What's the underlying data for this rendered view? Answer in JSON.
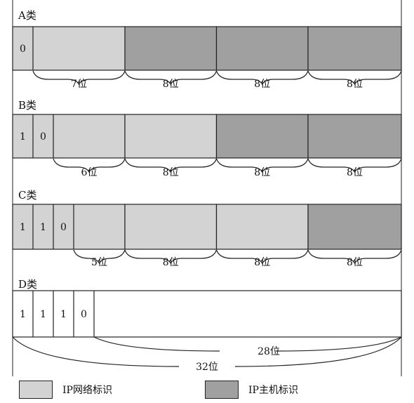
{
  "classes": [
    {
      "label": "A类",
      "bits": [
        "0"
      ],
      "segments": [
        {
          "type": "network",
          "from": 0,
          "to": 8
        },
        {
          "type": "host",
          "from": 8,
          "to": 16
        },
        {
          "type": "host",
          "from": 16,
          "to": 24
        },
        {
          "type": "host",
          "from": 24,
          "to": 32
        }
      ],
      "braces": [
        {
          "from": 1,
          "to": 8,
          "label": "7位"
        },
        {
          "from": 8,
          "to": 16,
          "label": "8位"
        },
        {
          "from": 16,
          "to": 24,
          "label": "8位"
        },
        {
          "from": 24,
          "to": 32,
          "label": "8位"
        }
      ]
    },
    {
      "label": "B类",
      "bits": [
        "1",
        "0"
      ],
      "segments": [
        {
          "type": "network",
          "from": 0,
          "to": 8
        },
        {
          "type": "network",
          "from": 8,
          "to": 16
        },
        {
          "type": "host",
          "from": 16,
          "to": 24
        },
        {
          "type": "host",
          "from": 24,
          "to": 32
        }
      ],
      "braces": [
        {
          "from": 2,
          "to": 8,
          "label": "6位"
        },
        {
          "from": 8,
          "to": 16,
          "label": "8位"
        },
        {
          "from": 16,
          "to": 24,
          "label": "8位"
        },
        {
          "from": 24,
          "to": 32,
          "label": "8位"
        }
      ]
    },
    {
      "label": "C类",
      "bits": [
        "1",
        "1",
        "0"
      ],
      "segments": [
        {
          "type": "network",
          "from": 0,
          "to": 8
        },
        {
          "type": "network",
          "from": 8,
          "to": 16
        },
        {
          "type": "network",
          "from": 16,
          "to": 24
        },
        {
          "type": "host",
          "from": 24,
          "to": 32
        }
      ],
      "braces": [
        {
          "from": 3,
          "to": 8,
          "label": "5位"
        },
        {
          "from": 8,
          "to": 16,
          "label": "8位"
        },
        {
          "from": 16,
          "to": 24,
          "label": "8位"
        },
        {
          "from": 24,
          "to": 32,
          "label": "8位"
        }
      ]
    },
    {
      "label": "D类",
      "bits": [
        "1",
        "1",
        "1",
        "0"
      ],
      "segments": [
        {
          "type": "white",
          "from": 0,
          "to": 32
        }
      ],
      "braces": [],
      "spans": [
        {
          "from": 4,
          "to": 32,
          "label": "28位"
        },
        {
          "from": 0,
          "to": 32,
          "label": "32位"
        }
      ]
    }
  ],
  "legend": [
    {
      "label": "IP网络标识",
      "color": "#d3d3d3"
    },
    {
      "label": "IP主机标识",
      "color": "#a0a0a0"
    }
  ],
  "colors": {
    "network": "#d3d3d3",
    "host": "#a0a0a0",
    "white": "#ffffff",
    "stroke": "#222222"
  }
}
